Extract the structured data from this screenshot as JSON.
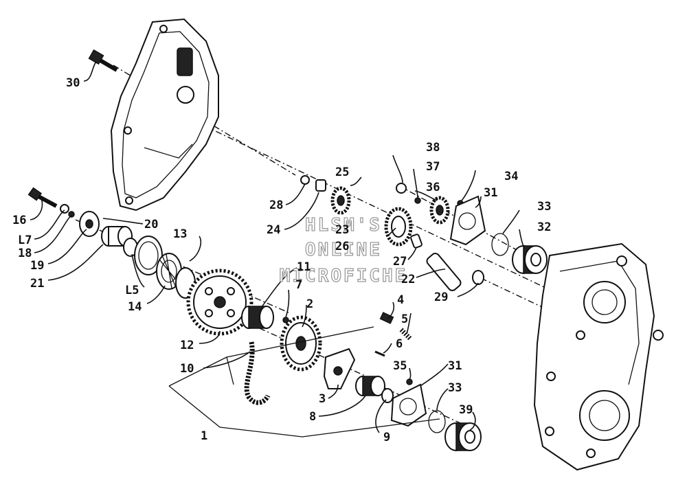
{
  "watermark": {
    "lines": [
      "HLSM'S",
      "ONLINE",
      "MICROFICHE"
    ]
  },
  "part_labels": [
    {
      "id": "30",
      "text": "30"
    },
    {
      "id": "16",
      "text": "16"
    },
    {
      "id": "17",
      "text": "L7"
    },
    {
      "id": "18",
      "text": "18"
    },
    {
      "id": "19",
      "text": "19"
    },
    {
      "id": "20",
      "text": "20"
    },
    {
      "id": "21",
      "text": "21"
    },
    {
      "id": "13",
      "text": "13"
    },
    {
      "id": "15",
      "text": "L5"
    },
    {
      "id": "14",
      "text": "14"
    },
    {
      "id": "12",
      "text": "12"
    },
    {
      "id": "11",
      "text": "11"
    },
    {
      "id": "7",
      "text": "7"
    },
    {
      "id": "2",
      "text": "2"
    },
    {
      "id": "10",
      "text": "10"
    },
    {
      "id": "1",
      "text": "1"
    },
    {
      "id": "3",
      "text": "3"
    },
    {
      "id": "8",
      "text": "8"
    },
    {
      "id": "9",
      "text": "9"
    },
    {
      "id": "4",
      "text": "4"
    },
    {
      "id": "5",
      "text": "5"
    },
    {
      "id": "6",
      "text": "6"
    },
    {
      "id": "35",
      "text": "35"
    },
    {
      "id": "31b",
      "text": "31"
    },
    {
      "id": "33b",
      "text": "33"
    },
    {
      "id": "39",
      "text": "39"
    },
    {
      "id": "28",
      "text": "28"
    },
    {
      "id": "24",
      "text": "24"
    },
    {
      "id": "25",
      "text": "25"
    },
    {
      "id": "26",
      "text": "26"
    },
    {
      "id": "23",
      "text": "23"
    },
    {
      "id": "27",
      "text": "27"
    },
    {
      "id": "22",
      "text": "22"
    },
    {
      "id": "29",
      "text": "29"
    },
    {
      "id": "38a",
      "text": "38"
    },
    {
      "id": "37",
      "text": "37"
    },
    {
      "id": "36",
      "text": "36"
    },
    {
      "id": "34",
      "text": "34"
    },
    {
      "id": "31a",
      "text": "31"
    },
    {
      "id": "33a",
      "text": "33"
    },
    {
      "id": "32",
      "text": "32"
    }
  ]
}
